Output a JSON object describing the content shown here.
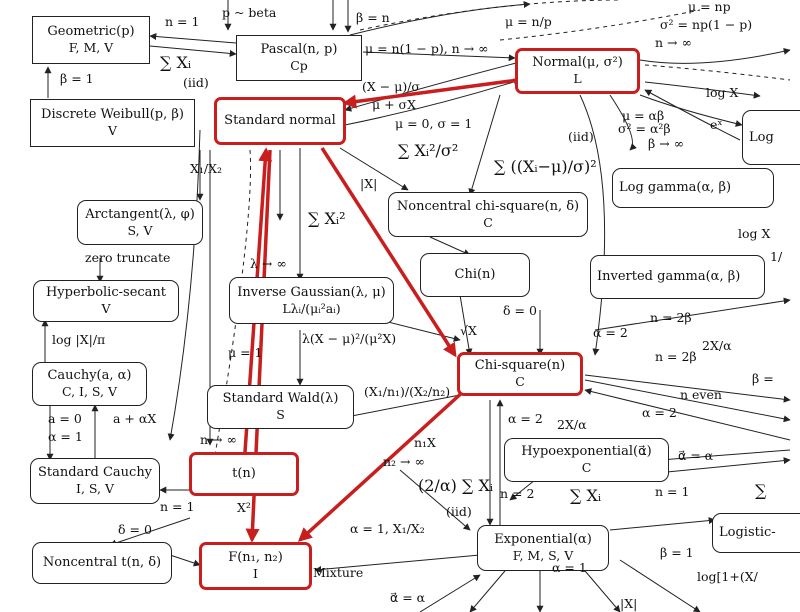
{
  "highlight_color": "#c81e1e",
  "nodes": {
    "geometric": {
      "name": "Geometric(p)",
      "props": "F, M, V"
    },
    "pascal": {
      "name": "Pascal(n, p)",
      "props": "Cp"
    },
    "normal": {
      "name": "Normal(μ, σ²)",
      "props": "L"
    },
    "weibull": {
      "name": "Discrete Weibull(p, β)",
      "props": "V"
    },
    "stdnormal": {
      "name": "Standard normal",
      "props": ""
    },
    "log_partial": {
      "name": "Log",
      "props": ""
    },
    "arctangent": {
      "name": "Arctangent(λ, φ)",
      "props": "S, V"
    },
    "noncentral_chisq": {
      "name": "Noncentral chi-square(n, δ)",
      "props": "C"
    },
    "loggamma": {
      "name": "Log gamma(α, β)",
      "props": ""
    },
    "chi": {
      "name": "Chi(n)",
      "props": ""
    },
    "hypersecant": {
      "name": "Hyperbolic-secant",
      "props": "V"
    },
    "invgauss": {
      "name": "Inverse Gaussian(λ, μ)",
      "props": "Lλᵢ/(μᵢ²aᵢ)"
    },
    "invgamma": {
      "name": "Inverted gamma(α, β)",
      "props": ""
    },
    "cauchy": {
      "name": "Cauchy(a, α)",
      "props": "C, I, S, V"
    },
    "chisq": {
      "name": "Chi-square(n)",
      "props": "C"
    },
    "stdwald": {
      "name": "Standard Wald(λ)",
      "props": "S"
    },
    "stdcauchy": {
      "name": "Standard Cauchy",
      "props": "I, S, V"
    },
    "tdist": {
      "name": "t(n)",
      "props": ""
    },
    "hypoexp": {
      "name": "Hypoexponential(α⃗)",
      "props": "C"
    },
    "noncentral_t": {
      "name": "Noncentral t(n, δ)",
      "props": ""
    },
    "fdist": {
      "name": "F(n₁, n₂)",
      "props": "I"
    },
    "exponential": {
      "name": "Exponential(α)",
      "props": "F, M, S, V"
    },
    "logistic_partial": {
      "name": "Logistic-",
      "props": ""
    }
  },
  "labels": {
    "n_eq_1_top": "n = 1",
    "p_beta": "p ~ beta",
    "beta_n": "β = n",
    "mu_np": "μ = n/p",
    "mu_np_top": "μ = np",
    "sigma_np": "σ² = np(1 − p)",
    "n_inf_top": "n → ∞",
    "sum_xi": "∑ Xᵢ",
    "iid_1": "(iid)",
    "mu_n1p": "μ = n(1 − p), n → ∞",
    "beta_1": "β = 1",
    "x_mu_sigma": "(X − μ)/σ",
    "mu_sigmax": "μ + σX",
    "mu0_sigma1": "μ = 0, σ = 1",
    "log_x": "log X",
    "mu_ab": "μ = αβ",
    "sigma_ab": "σ² = α²β",
    "beta_inf": "β → ∞",
    "e_x": "eˣ",
    "iid_2": "(iid)",
    "sum_xi2_s2": "∑ Xᵢ²/σ²",
    "sum_std_sq": "∑ ((Xᵢ−μ)/σ)²",
    "x1_x2": "X₁/X₂",
    "abs_x": "|X|",
    "sum_xi2": "∑ Xᵢ²",
    "log_x_2": "log X",
    "one_over": "1/",
    "zero_trunc": "zero truncate",
    "lambda_inf": "λ → ∞",
    "delta_0": "δ = 0",
    "sqrt_x": "√X",
    "alpha_2": "α = 2",
    "n_2beta_a": "n = 2β",
    "two_x_alpha": "2X/α",
    "n_2beta_b": "n = 2β",
    "beta_partial": "β =",
    "log_absx_pi": "log |X|/π",
    "mu_1": "μ = 1",
    "lambda_expr": "λ(X − μ)²/(μ²X)",
    "x1n1_x2n2": "(X₁/n₁)/(X₂/n₂)",
    "n_even": "n even",
    "a0": "a = 0",
    "alpha1": "α = 1",
    "a_alphax": "a + αX",
    "n_inf_mid": "n → ∞",
    "alpha_2b": "α = 2",
    "two_x_alpha_b": "2X/α",
    "alpha_2c": "α = 2",
    "n1x": "n₁X",
    "n2_inf": "n₂ → ∞",
    "alpha_vec": "α⃗ = α",
    "two_alpha_sum": "(2/α) ∑ Xᵢ",
    "iid_3": "(iid)",
    "n_eq_2": "n = 2",
    "sum_xi_2": "∑ Xᵢ",
    "n_eq_1_mid": "n = 1",
    "sigma_partial": "∑",
    "n_eq_1_left": "n = 1",
    "x_sq": "X²",
    "delta_0_b": "δ = 0",
    "alpha1_x1x2": "α = 1, X₁/X₂",
    "beta_1_b": "β = 1",
    "log_partial_expr": "log[1+(X/",
    "mixture": "Mixture",
    "alpha_eq_1": "α = 1",
    "alpha_vec_b": "α⃗ = α",
    "abs_x_b": "|X|"
  }
}
